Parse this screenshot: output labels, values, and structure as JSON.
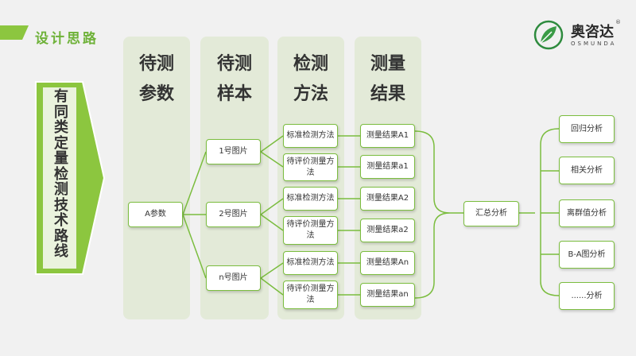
{
  "header": {
    "title": "设计思路"
  },
  "logo": {
    "name": "奥咨达",
    "subtitle": "OSMUNDA",
    "registered": "®"
  },
  "left_banner": {
    "label": "有同类定量检测技术路线"
  },
  "columns": [
    {
      "title_line1": "待测",
      "title_line2": "参数"
    },
    {
      "title_line1": "待测",
      "title_line2": "样本"
    },
    {
      "title_line1": "检测",
      "title_line2": "方法"
    },
    {
      "title_line1": "测量",
      "title_line2": "结果"
    }
  ],
  "nodes": {
    "param": "A参数",
    "samples": [
      "1号图片",
      "2号图片",
      "n号图片"
    ],
    "methods": [
      "标准检测方法",
      "待评价测量方法",
      "标准检测方法",
      "待评价测量方法",
      "标准检测方法",
      "待评价测量方法"
    ],
    "results": [
      "测量结果A1",
      "测量结果a1",
      "测量结果A2",
      "测量结果a2",
      "测量结果An",
      "测量结果an"
    ],
    "summary": "汇总分析",
    "analyses": [
      "回归分析",
      "相关分析",
      "离群值分析",
      "B-A图分析",
      "......分析"
    ]
  },
  "colors": {
    "accent": "#7bbd3f",
    "column_bg": "#e3ead8",
    "banner": "#8cc63f"
  }
}
